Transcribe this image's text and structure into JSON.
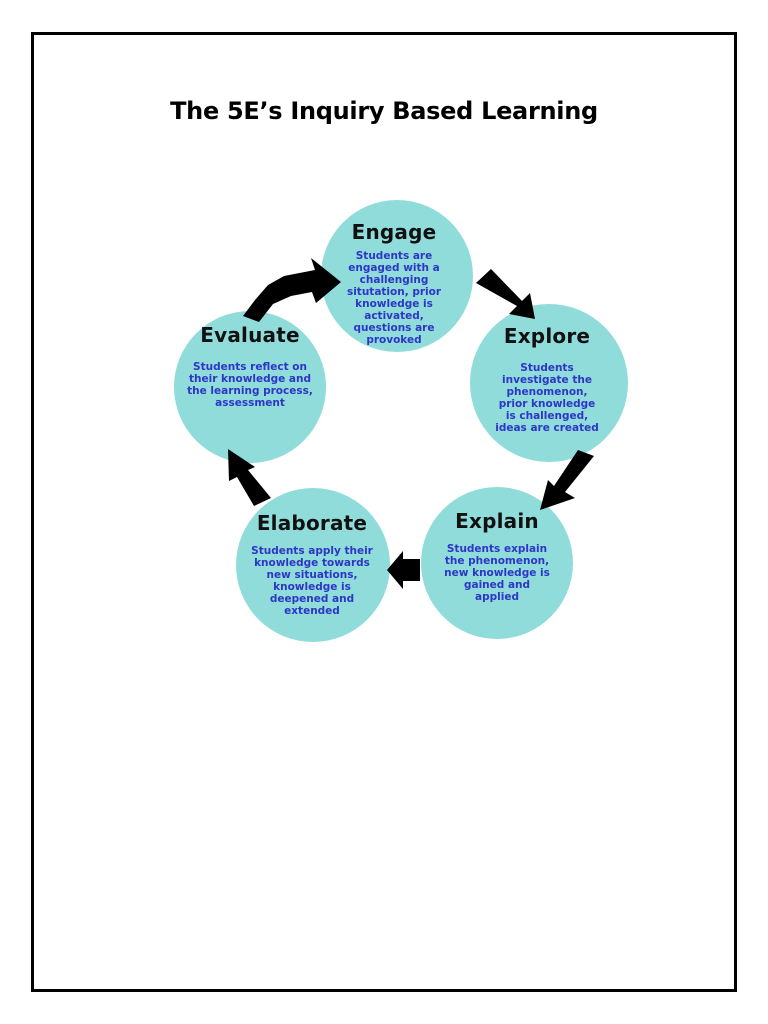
{
  "title": "The 5E’s Inquiry Based Learning",
  "colors": {
    "circle_fill": "#8fdcda",
    "description_text": "#2e35c7",
    "arrow": "#000000",
    "border": "#000000"
  },
  "phases": [
    {
      "id": "engage",
      "label": "Engage",
      "description": "Students are engaged with a challenging situtation, prior knowledge is activated, questions are provoked"
    },
    {
      "id": "explore",
      "label": "Explore",
      "description": "Students investigate the phenomenon, prior knowledge is challenged, ideas are created"
    },
    {
      "id": "explain",
      "label": "Explain",
      "description": "Students explain the phenomenon, new knowledge is gained and applied"
    },
    {
      "id": "elaborate",
      "label": "Elaborate",
      "description": "Students apply their knowledge towards new situations, knowledge is deepened and extended"
    },
    {
      "id": "evaluate",
      "label": "Evaluate",
      "description": "Students reflect on their knowledge and the learning process, assessment"
    }
  ],
  "cycle": [
    {
      "from": "engage",
      "to": "explore"
    },
    {
      "from": "explore",
      "to": "explain"
    },
    {
      "from": "explain",
      "to": "elaborate"
    },
    {
      "from": "elaborate",
      "to": "evaluate"
    },
    {
      "from": "evaluate",
      "to": "engage"
    }
  ]
}
